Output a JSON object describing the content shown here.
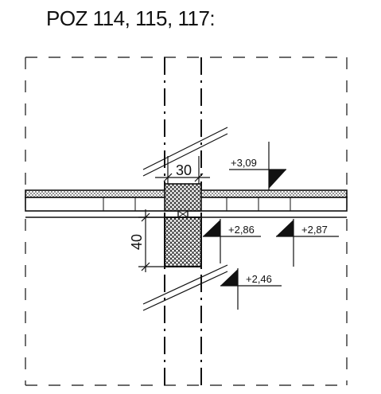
{
  "title": "POZ 114, 115, 117:",
  "dimensions": {
    "opening_width": "30",
    "lintel_height": "40"
  },
  "levels": [
    {
      "id": "top_slab",
      "label": "+3,09"
    },
    {
      "id": "lintel_bottom_left",
      "label": "+2,86"
    },
    {
      "id": "ceiling_right",
      "label": "+2,87"
    },
    {
      "id": "lower",
      "label": "+2,46"
    }
  ],
  "colors": {
    "line": "#111111",
    "background": "#ffffff"
  }
}
